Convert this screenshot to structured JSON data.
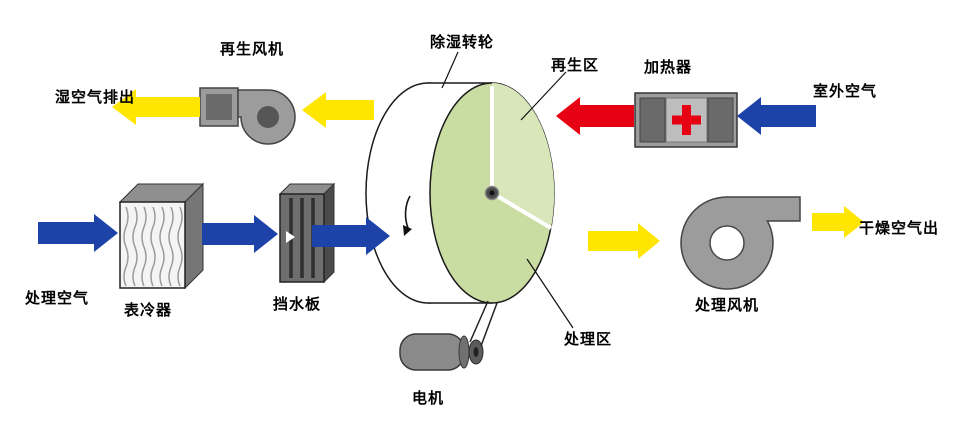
{
  "labels": {
    "wet_air_out": "湿空气排出",
    "regen_fan": "再生风机",
    "wheel": "除湿转轮",
    "regen_zone": "再生区",
    "heater": "加热器",
    "outdoor_air": "室外空气",
    "process_air": "处理空气",
    "surface_cooler": "表冷器",
    "water_baffle": "挡水板",
    "process_zone": "处理区",
    "motor": "电机",
    "process_fan": "处理风机",
    "dry_air_out": "干燥空气出"
  },
  "colors": {
    "arrow_blue": "#1d43a8",
    "arrow_yellow": "#ffe600",
    "arrow_red": "#e60014",
    "wheel_green": "#c9dda2",
    "regen_sector_green": "#d8e6ba",
    "component_grey": "#9c9c9c",
    "component_dark_grey": "#6a6a6a"
  }
}
